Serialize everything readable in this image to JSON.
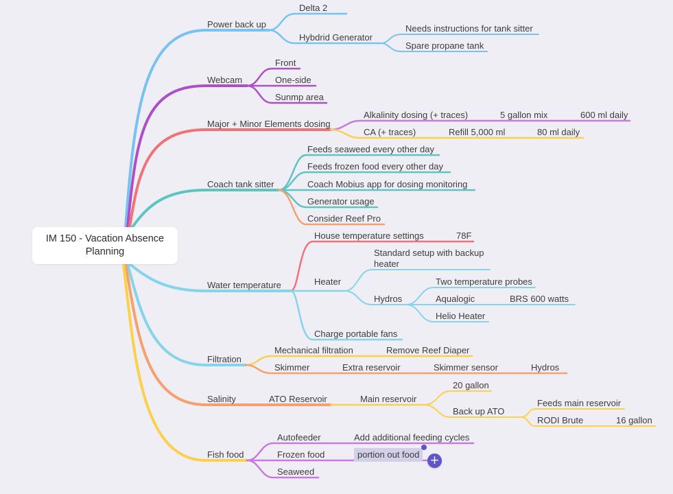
{
  "root": {
    "line1": "IM 150 - Vacation Absence",
    "line2": "Planning"
  },
  "colors": {
    "blue": "#78c2f2",
    "purple": "#ad4fc7",
    "red": "#f07278",
    "teal": "#5cc5c3",
    "cyan": "#85d4ea",
    "orange": "#f5a070",
    "yellow": "#fbd04a",
    "violet": "#c97ae0",
    "selection": "#5d55c9"
  },
  "branches": {
    "power": {
      "label": "Power back up",
      "delta": "Delta 2",
      "generator": "Hybdrid Generator",
      "instructions": "Needs instructions for tank sitter",
      "propane": "Spare propane tank"
    },
    "webcam": {
      "label": "Webcam",
      "front": "Front",
      "oneside": "One-side",
      "sump": "Sunmp area"
    },
    "dosing": {
      "label": "Major + Minor Elements dosing",
      "alk": "Alkalinity dosing (+ traces)",
      "alk_mix": "5 gallon mix",
      "alk_daily": "600 ml daily",
      "ca": "CA (+ traces)",
      "ca_refill": "Refill 5,000 ml",
      "ca_daily": "80 ml daily"
    },
    "coach": {
      "label": "Coach tank sitter",
      "seaweed": "Feeds seaweed every other day",
      "frozen": "Feeds frozen food every other day",
      "mobius": "Coach Mobius app for dosing monitoring",
      "generator": "Generator usage",
      "reefpro": "Consider Reef Pro"
    },
    "water": {
      "label": "Water temperature",
      "house": "House temperature settings",
      "house_val": "78F",
      "heater": "Heater",
      "standard_1": "Standard setup with backup",
      "standard_2": "heater",
      "hydros": "Hydros",
      "probes": "Two temperature probes",
      "aqualogic": "Aqualogic",
      "brs": "BRS 600 watts",
      "helio": "Helio Heater",
      "fans": "Charge portable fans"
    },
    "filtration": {
      "label": "Filtration",
      "mechanical": "Mechanical filtration",
      "diaper": "Remove Reef Diaper",
      "skimmer": "Skimmer",
      "extra": "Extra reservoir",
      "sensor": "Skimmer sensor",
      "hydros": "Hydros"
    },
    "salinity": {
      "label": "Salinity",
      "ato": "ATO Reservoir",
      "main": "Main reservoir",
      "gallon20": "20 gallon",
      "backup": "Back up ATO",
      "feeds": "Feeds main reservoir",
      "rodi": "RODI Brute",
      "gallon16": "16 gallon"
    },
    "fish": {
      "label": "Fish food",
      "autofeeder": "Autofeeder",
      "cycles": "Add additional feeding cycles",
      "frozen": "Frozen food",
      "portion": "portion out food",
      "seaweed": "Seaweed"
    }
  },
  "icons": {
    "add": "plus-icon",
    "handle": "selection-handle-icon"
  }
}
